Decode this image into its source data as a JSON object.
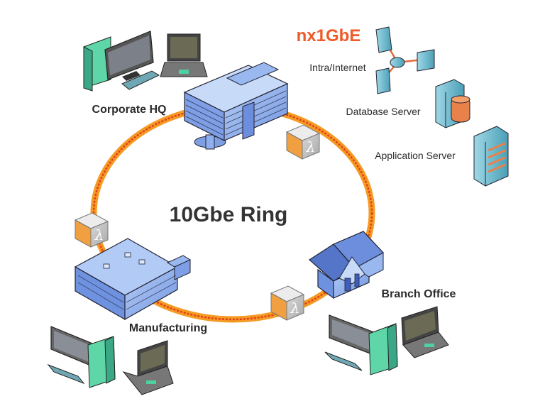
{
  "ring": {
    "label": "10Gbe Ring"
  },
  "sites": {
    "corporate_hq": "Corporate HQ",
    "manufacturing": "Manufacturing",
    "branch_office": "Branch Office"
  },
  "datacenter": {
    "title": "nx1GbE",
    "intranet": "Intra/Internet",
    "database_server": "Database Server",
    "application_server": "Application Server"
  },
  "node_symbol": "λ",
  "colors": {
    "ring_outer": "#f59a23",
    "ring_inner": "#e0401c",
    "title_accent": "#f05a28",
    "building_blue": "#8fb4ef",
    "building_dark": "#3c5fbf",
    "server_teal": "#5fb6c9",
    "monitor_green": "#4fd0a0",
    "label_dark": "#2b2b2b"
  }
}
